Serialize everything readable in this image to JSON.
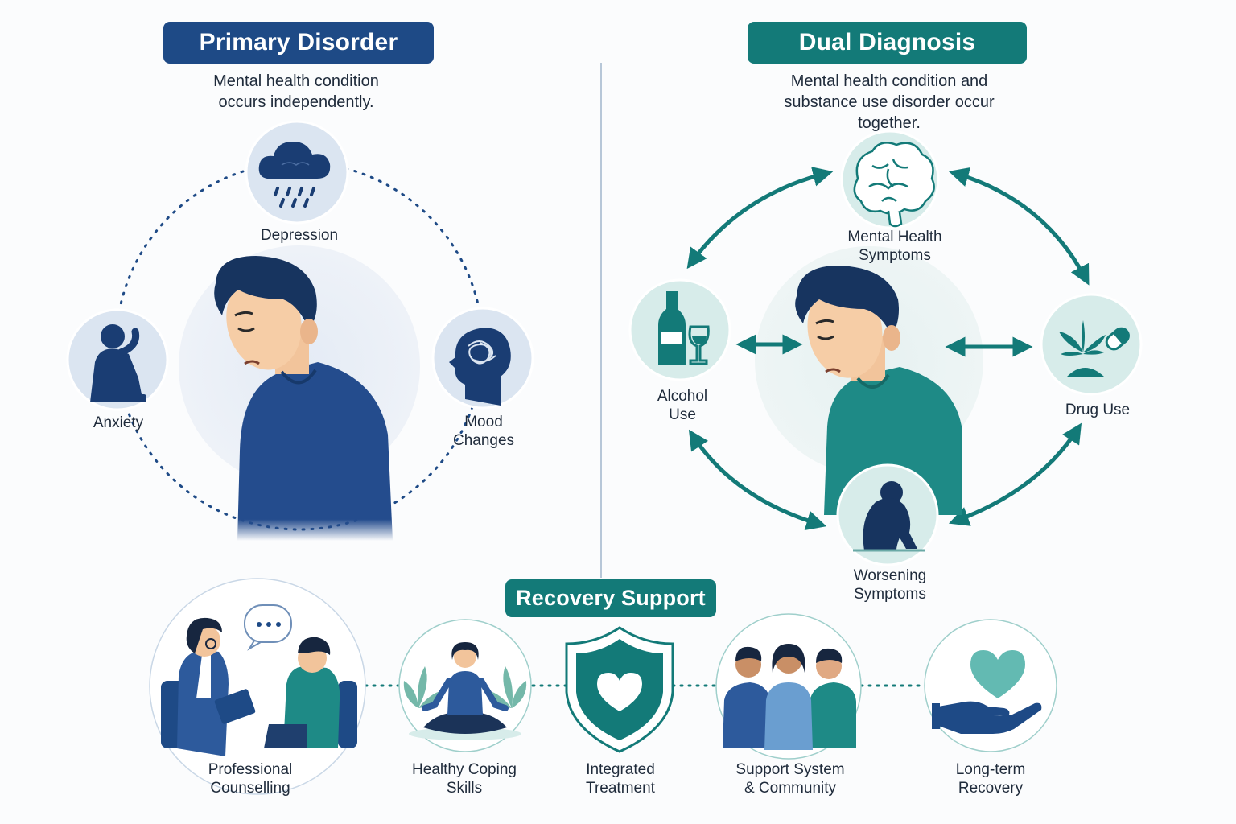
{
  "left": {
    "title": "Primary Disorder",
    "subtitle": "Mental health condition occurs independently.",
    "items": [
      {
        "label": "Depression",
        "icon": "rain-cloud-icon"
      },
      {
        "label": "Anxiety",
        "icon": "stressed-person-icon"
      },
      {
        "label": "Mood\nChanges",
        "icon": "tangled-head-icon"
      }
    ]
  },
  "right": {
    "title": "Dual Diagnosis",
    "subtitle": "Mental health condition and substance use disorder occur together.",
    "items": [
      {
        "label": "Mental Health\nSymptoms",
        "icon": "brain-icon"
      },
      {
        "label": "Alcohol\nUse",
        "icon": "bottle-glass-icon"
      },
      {
        "label": "Drug Use",
        "icon": "leaf-pill-icon"
      },
      {
        "label": "Worsening\nSymptoms",
        "icon": "sitting-person-icon"
      }
    ]
  },
  "recovery": {
    "title": "Recovery Support",
    "steps": [
      {
        "label": "Professional\nCounselling",
        "icon": "counselling-icon"
      },
      {
        "label": "Healthy Coping\nSkills",
        "icon": "meditation-icon"
      },
      {
        "label": "Integrated\nTreatment",
        "icon": "shield-heart-icon"
      },
      {
        "label": "Support System\n& Community",
        "icon": "group-icon"
      },
      {
        "label": "Long-term\nRecovery",
        "icon": "hand-heart-icon"
      }
    ]
  },
  "colors": {
    "navy": "#1e4a86",
    "teal": "#137a78",
    "light_blue_circle": "#dbe5f1",
    "light_teal_circle": "#d7ecea"
  }
}
